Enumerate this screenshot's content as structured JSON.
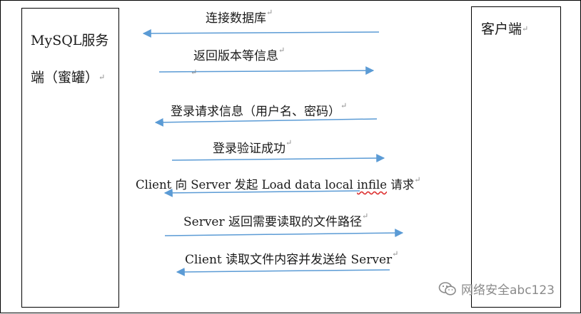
{
  "server": {
    "label": "MySQL服务端（蜜罐）"
  },
  "client": {
    "label": "客户端"
  },
  "paragraph_mark": "↵",
  "messages": [
    {
      "text": "连接数据库",
      "direction": "to-server"
    },
    {
      "text": "返回版本等信息",
      "direction": "to-client"
    },
    {
      "text": "登录请求信息（用户名、密码）",
      "direction": "to-server"
    },
    {
      "text": "登录验证成功",
      "direction": "to-client"
    },
    {
      "text_before": "Client 向 Server 发起 Load data local ",
      "text_flagged": "infile",
      "text_after": " 请求",
      "direction": "to-server"
    },
    {
      "text": "Server 返回需要读取的文件路径",
      "direction": "to-client"
    },
    {
      "text": "Client 读取文件内容并发送给 Server",
      "direction": "to-server"
    }
  ],
  "colors": {
    "arrow": "#5b9bd5"
  },
  "watermark": {
    "icon": "wechat-icon",
    "text": "网络安全abc123"
  }
}
